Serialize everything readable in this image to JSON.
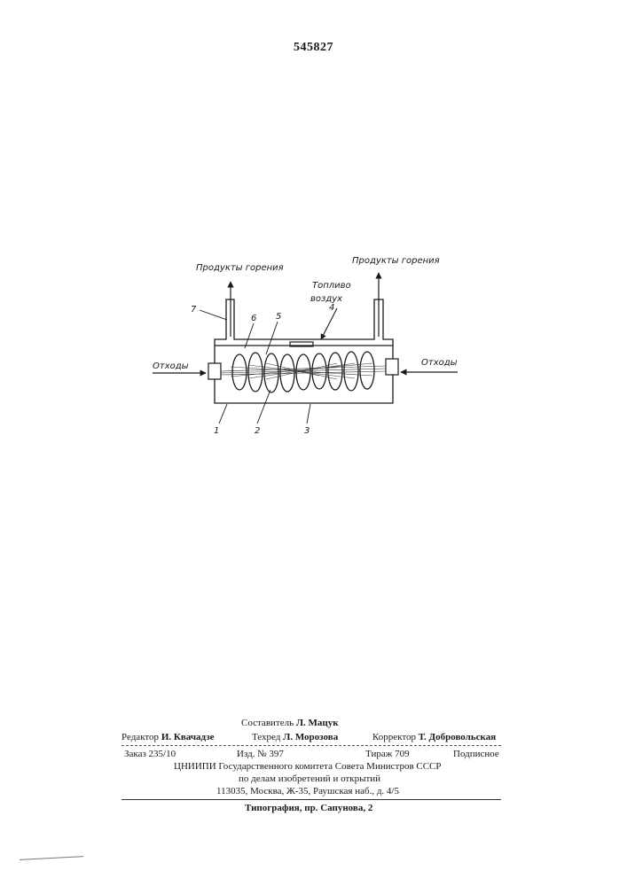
{
  "patent_number": "545827",
  "figure": {
    "labels": {
      "combustion_left": "Продукты горения",
      "combustion_right": "Продукты горения",
      "fuel": "Топливо",
      "air": "воздух",
      "waste_left": "Отходы",
      "waste_right": "Отходы"
    },
    "numbers": {
      "n1": "1",
      "n2": "2",
      "n3": "3",
      "n4": "4",
      "n5": "5",
      "n6": "6",
      "n7": "7"
    }
  },
  "imprint": {
    "compiler_role": "Составитель",
    "compiler_name": "Л. Мацук",
    "editor_role": "Редактор",
    "editor_name": "И. Квачадзе",
    "techred_role": "Техред",
    "techred_name": "Л. Морозова",
    "corrector_role": "Корректор",
    "corrector_name": "Т. Добровольская",
    "order": "Заказ 235/10",
    "edition": "Изд. № 397",
    "circulation": "Тираж 709",
    "subscription": "Подписное",
    "org_line1": "ЦНИИПИ Государственного комитета Совета Министров СССР",
    "org_line2": "по делам изобретений и открытий",
    "org_line3": "113035, Москва, Ж-35, Раушская наб., д. 4/5",
    "printing": "Типография, пр. Сапунова, 2"
  }
}
